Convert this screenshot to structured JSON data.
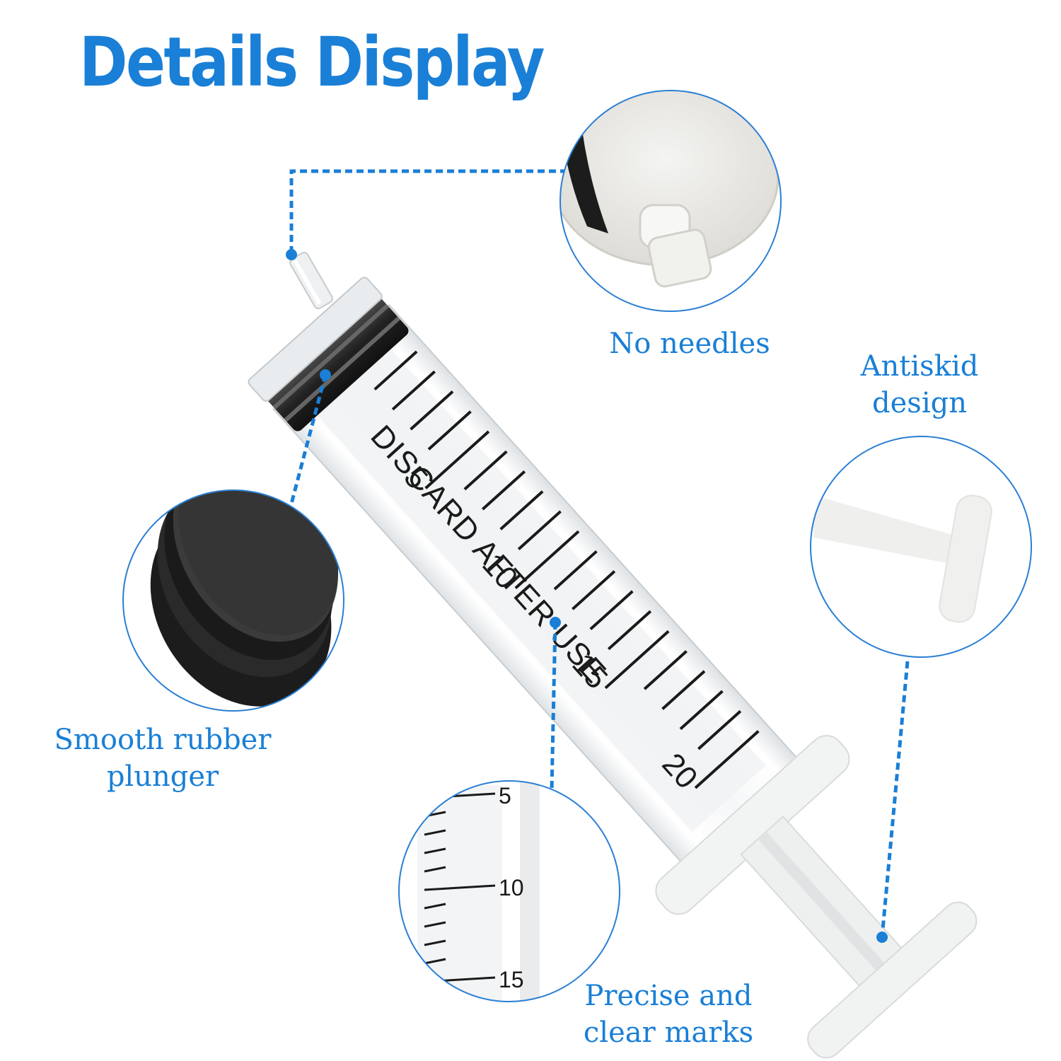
{
  "title": "Details Display",
  "colors": {
    "accent": "#1a7fd6",
    "circle_stroke": "#2a7fd4",
    "rubber": "#2b2b2b",
    "marks": "#1a1a1a"
  },
  "syringe": {
    "barrel_text": "DISCARD AFTER USE",
    "scale": [
      "5",
      "10",
      "15",
      "20"
    ]
  },
  "callouts": {
    "no_needles": {
      "text": "No needles",
      "icon": "syringe-tip-closeup"
    },
    "antiskid": {
      "line1": "Antiskid",
      "line2": "design",
      "icon": "plunger-flange-closeup"
    },
    "plunger": {
      "line1": "Smooth rubber",
      "line2": "plunger",
      "icon": "rubber-plunger-closeup"
    },
    "marks": {
      "line1": "Precise and",
      "line2": "clear marks",
      "icon": "scale-marks-closeup",
      "scale": [
        "5",
        "10",
        "15"
      ]
    }
  }
}
